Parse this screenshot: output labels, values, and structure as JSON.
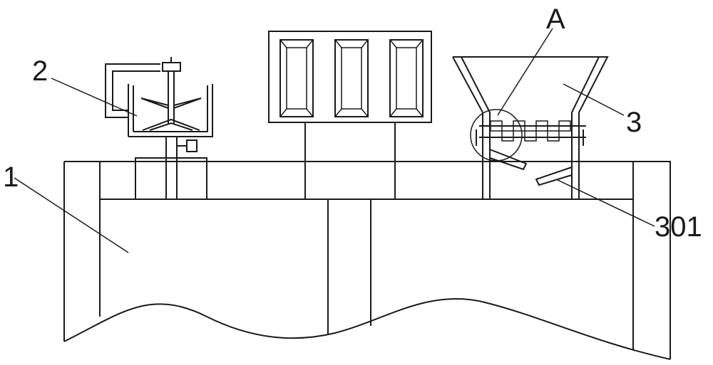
{
  "labels": {
    "base": "1",
    "mixer": "2",
    "hopper": "3",
    "detail": "A",
    "blade": "301"
  },
  "colors": {
    "stroke": "#1a1a1a",
    "background": "#ffffff"
  }
}
